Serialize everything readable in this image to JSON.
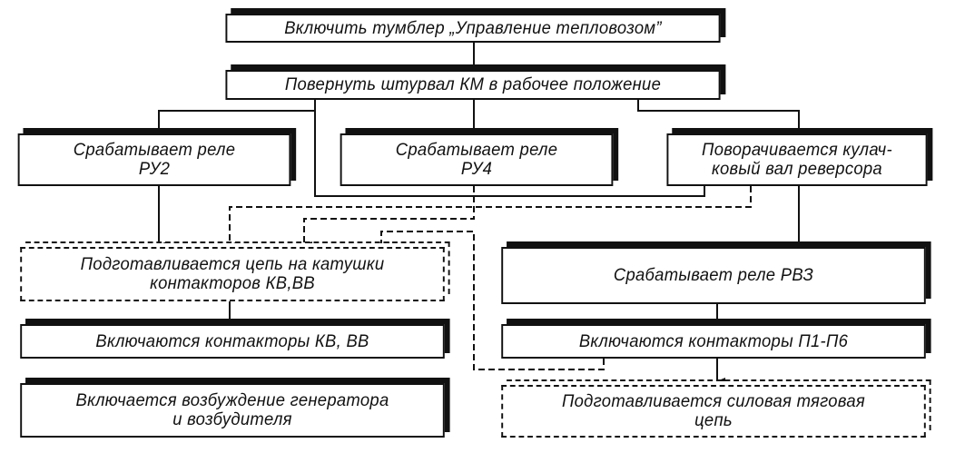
{
  "boxes": {
    "b1": "Включить тумблер „Управление тепловозом”",
    "b2": "Повернуть штурвал КМ в рабочее положение",
    "b3": "Срабатывает реле\nРУ2",
    "b4": "Срабатывает реле\nРУ4",
    "b5": "Поворачивается кулач-\nковый вал реверсора",
    "b6": "Подготавливается цепь на катушки\nконтакторов КВ,ВВ",
    "b7": "Срабатывает реле РВЗ",
    "b8": "Включаются контакторы КВ, ВВ",
    "b9": "Включаются контакторы П1-П6",
    "b10": "Включается возбуждение генератора\nи возбудителя",
    "b11": "Подготавливается силовая тяговая\nцепь"
  }
}
